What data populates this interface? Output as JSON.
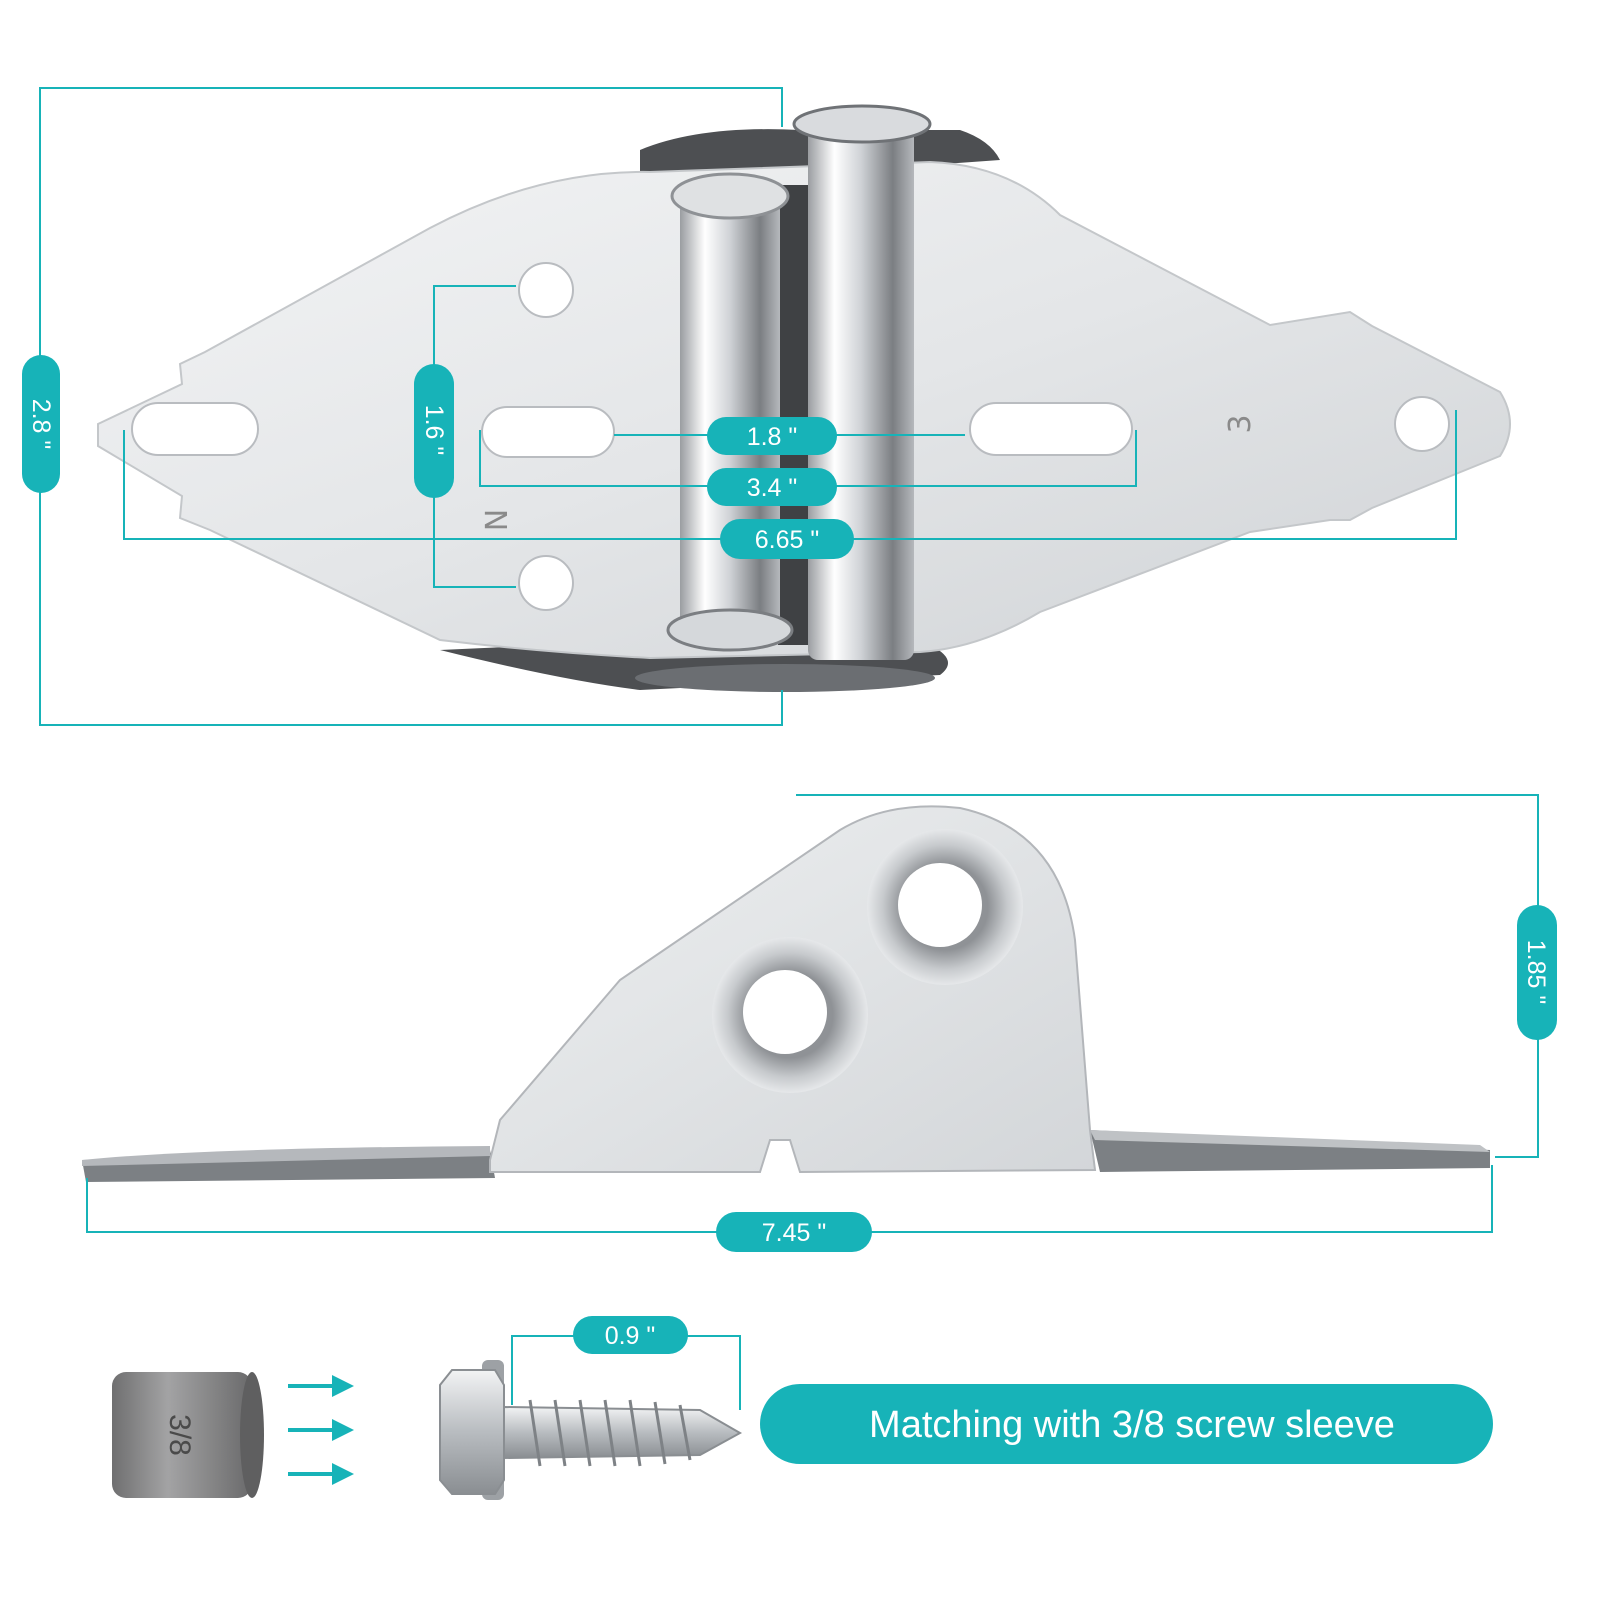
{
  "colors": {
    "accent": "#17b3b8",
    "metal_light": "#eceeef",
    "metal_mid": "#c9cccf",
    "metal_dark": "#5b5d60",
    "sleeve": "#838383"
  },
  "dimensions": {
    "top_height": "2.8 \"",
    "hole_spacing_vertical": "1.6 \"",
    "inner_slot_spacing": "1.8 \"",
    "outer_slot_spacing": "3.4 \"",
    "overall_hole_spacing": "6.65 \"",
    "side_height": "1.85 \"",
    "side_length": "7.45 \"",
    "screw_length": "0.9 \""
  },
  "part_markings": {
    "leaf_right": "3",
    "leaf_left": "N"
  },
  "socket_marking": "3/8",
  "caption": "Matching with 3/8 screw sleeve",
  "icons": [
    "right-arrow-icon",
    "right-arrow-icon",
    "right-arrow-icon"
  ]
}
